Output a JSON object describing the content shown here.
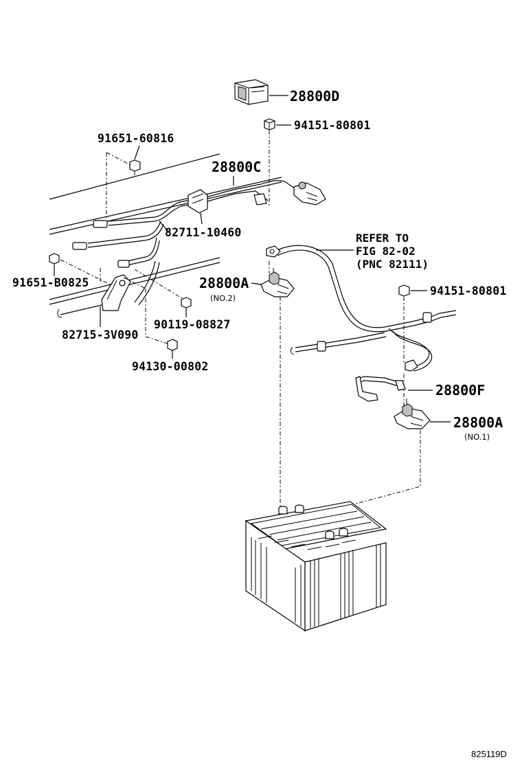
{
  "labels": {
    "p28800D": "28800D",
    "p94151_top": "94151-80801",
    "p91651_60816": "91651-60816",
    "p28800C": "28800C",
    "p82711": "82711-10460",
    "refer_line1": "REFER TO",
    "refer_line2": "FIG 82-02",
    "refer_line3": "(PNC 82111)",
    "p91651_B0825": "91651-B0825",
    "p28800A_no2": "28800A",
    "no2": "(NO.2)",
    "p94151_right": "94151-80801",
    "p90119": "90119-08827",
    "p82715": "82715-3V090",
    "p94130": "94130-00802",
    "p28800F": "28800F",
    "p28800A_no1": "28800A",
    "no1": "(NO.1)",
    "figure_code": "825119D"
  },
  "icons": [
    "terminal-cover-icon",
    "nut-icon",
    "bolt-icon",
    "battery-icon",
    "cable-icon",
    "bracket-icon",
    "clamp-icon"
  ]
}
